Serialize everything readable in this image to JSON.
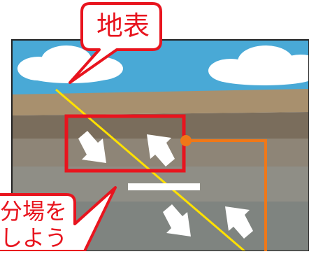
{
  "labels": {
    "surface": "地表",
    "callout2_line1": "分場を",
    "callout2_line2": "しよう"
  },
  "colors": {
    "sky": "#49a9d6",
    "cloud": "#ffffff",
    "ground_brown": "#a8906e",
    "layer_dark": "#7a6d5c",
    "layer_mid": "#8e8577",
    "layer_grey": "#8f8e86",
    "layer_low": "#7f8480",
    "fault_line": "#ffe100",
    "highlight_box": "#e8141e",
    "leader_line": "#f07818",
    "callout_border": "#e8141e",
    "callout_text": "#e8141e",
    "arrow": "#ffffff"
  },
  "icons": {
    "arrows": [
      "arrow-down-right-icon",
      "arrow-up-left-icon",
      "arrow-down-right-icon",
      "arrow-up-left-icon"
    ]
  }
}
